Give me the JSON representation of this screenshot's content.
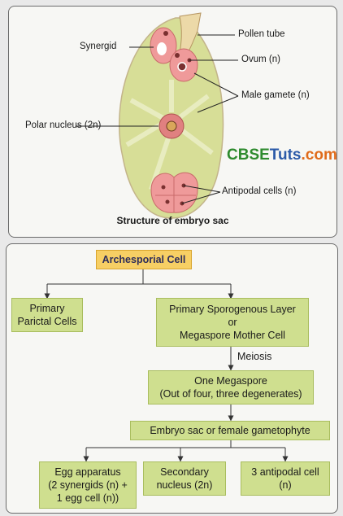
{
  "diagram": {
    "caption": "Structure of embryo sac",
    "labels": {
      "synergid": "Synergid",
      "pollen_tube": "Pollen tube",
      "ovum": "Ovum (n)",
      "male_gamete": "Male gamete (n)",
      "polar_nucleus": "Polar nucleus (2n)",
      "antipodal": "Antipodal cells (n)"
    },
    "watermark": {
      "part1": "CBSE",
      "part2": "Tuts",
      "part3": ".com"
    }
  },
  "flowchart": {
    "root": "Archesporial Cell",
    "left": [
      "Primary",
      "Parictal Cells"
    ],
    "right": [
      "Primary Sporogenous Layer",
      "or",
      "Megaspore Mother Cell"
    ],
    "arrow_label": "Meiosis",
    "megaspore": [
      "One Megaspore",
      "(Out of four, three degenerates)"
    ],
    "embryo_sac": "Embryo sac or female gametophyte",
    "egg": [
      "Egg apparatus",
      "(2 synergids (n) +",
      "1 egg cell (n))"
    ],
    "secondary": [
      "Secondary",
      "nucleus (2n)"
    ],
    "antipodal": [
      "3 antipodal cell",
      "(n)"
    ]
  },
  "colors": {
    "sac_fill": "#d7de97",
    "cell_pink": "#ef9a9a",
    "box_green": "#cfdf8f",
    "box_header": "#f7cf64"
  }
}
